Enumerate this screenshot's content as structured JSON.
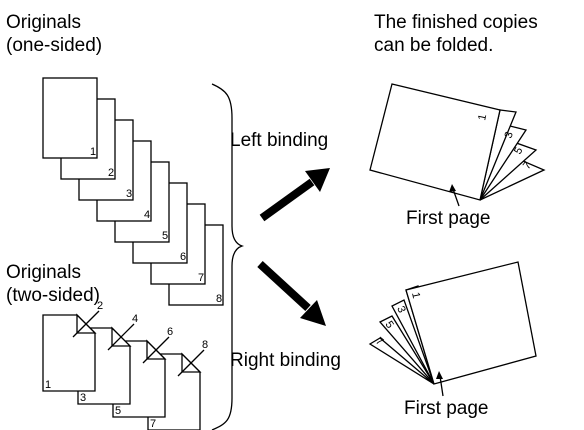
{
  "labels": {
    "originals_one_sided_1": "Originals",
    "originals_one_sided_2": "(one-sided)",
    "originals_two_sided_1": "Originals",
    "originals_two_sided_2": "(two-sided)",
    "left_binding": "Left binding",
    "right_binding": "Right binding",
    "finished_1": "The finished copies",
    "finished_2": "can be folded.",
    "first_page_top": "First page",
    "first_page_bottom": "First page"
  },
  "one_sided_pages": [
    "1",
    "2",
    "3",
    "4",
    "5",
    "6",
    "7",
    "8"
  ],
  "two_sided_front_pages": [
    "1",
    "3",
    "5",
    "7"
  ],
  "two_sided_back_pages": [
    "2",
    "4",
    "6",
    "8"
  ],
  "left_booklet_pages": [
    "1",
    "3",
    "5",
    "7"
  ],
  "right_booklet_pages": [
    "1",
    "3",
    "5",
    "7"
  ]
}
